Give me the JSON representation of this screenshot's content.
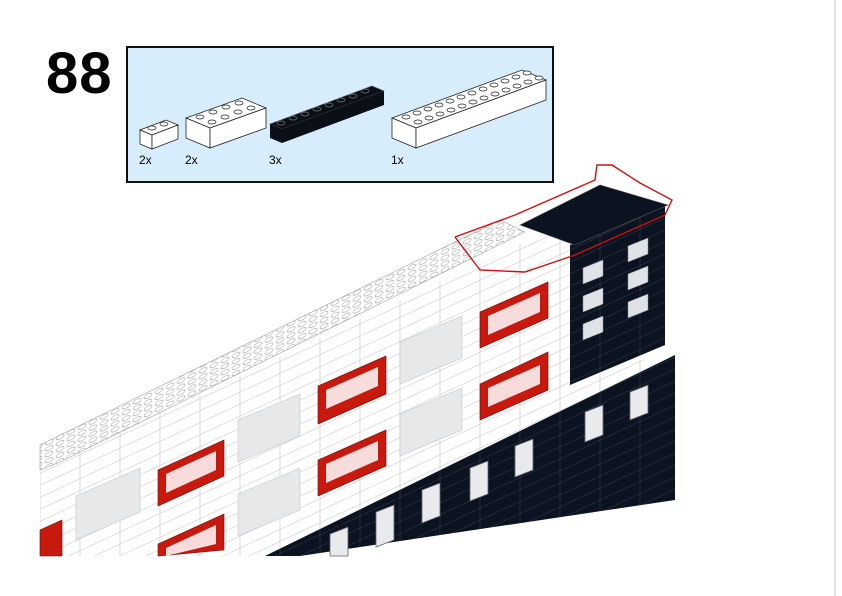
{
  "step": {
    "number": "88"
  },
  "parts_callout": {
    "background": "#d7edfb",
    "parts": [
      {
        "quantity": "2x",
        "color": "#ffffff",
        "studs": "1x2"
      },
      {
        "quantity": "2x",
        "color": "#ffffff",
        "studs": "2x4"
      },
      {
        "quantity": "3x",
        "color": "#0b0f17",
        "studs": "1x8"
      },
      {
        "quantity": "1x",
        "color": "#ffffff",
        "studs": "2x12"
      }
    ]
  },
  "colors": {
    "wall": "#ffffff",
    "dark": "#0b1220",
    "window": "#c8190f",
    "highlight": "#cc1111"
  }
}
